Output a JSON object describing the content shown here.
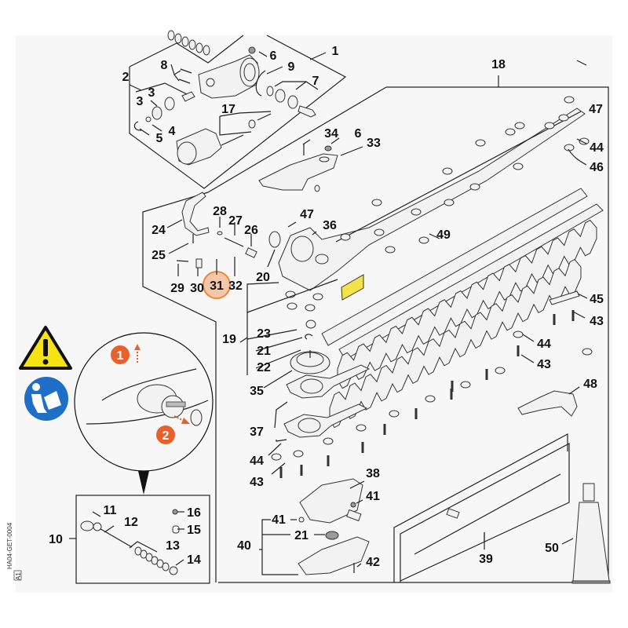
{
  "diagram": {
    "title": "Exploded parts diagram - hedge trimmer gear head and cutter blade assembly",
    "drawing_code": "HA04-GET-0004",
    "revision": "A1",
    "highlighted_part": "31",
    "highlight_color": "#f5c7a9",
    "highlight_border": "#e8883a",
    "callouts": {
      "p1": "1",
      "p2": "2",
      "p3a": "3",
      "p3b": "3",
      "p4": "4",
      "p5": "5",
      "p6a": "6",
      "p6b": "6",
      "p7": "7",
      "p8": "8",
      "p9": "9",
      "p10": "10",
      "p11": "11",
      "p12": "12",
      "p13": "13",
      "p14": "14",
      "p15": "15",
      "p16": "16",
      "p17": "17",
      "p18": "18",
      "p19": "19",
      "p20": "20",
      "p21a": "21",
      "p21b": "21",
      "p22": "22",
      "p23": "23",
      "p24": "24",
      "p25": "25",
      "p26": "26",
      "p27": "27",
      "p28": "28",
      "p29": "29",
      "p30": "30",
      "p31": "31",
      "p32": "32",
      "p33": "33",
      "p34": "34",
      "p35": "35",
      "p36": "36",
      "p37": "37",
      "p38": "38",
      "p39": "39",
      "p40": "40",
      "p41a": "41",
      "p41b": "41",
      "p42": "42",
      "p43a": "43",
      "p43b": "43",
      "p43c": "43",
      "p44a": "44",
      "p44b": "44",
      "p44c": "44",
      "p45": "45",
      "p46": "46",
      "p47a": "47",
      "p47b": "47",
      "p48": "48",
      "p49": "49",
      "p50": "50"
    },
    "detail_steps": [
      "1",
      "2"
    ],
    "step_color": "#e8612c",
    "icons": {
      "warning": "warning-triangle-icon",
      "manual": "read-manual-icon",
      "warning_color": "#f5e313",
      "manual_color": "#1f6fc9"
    }
  }
}
